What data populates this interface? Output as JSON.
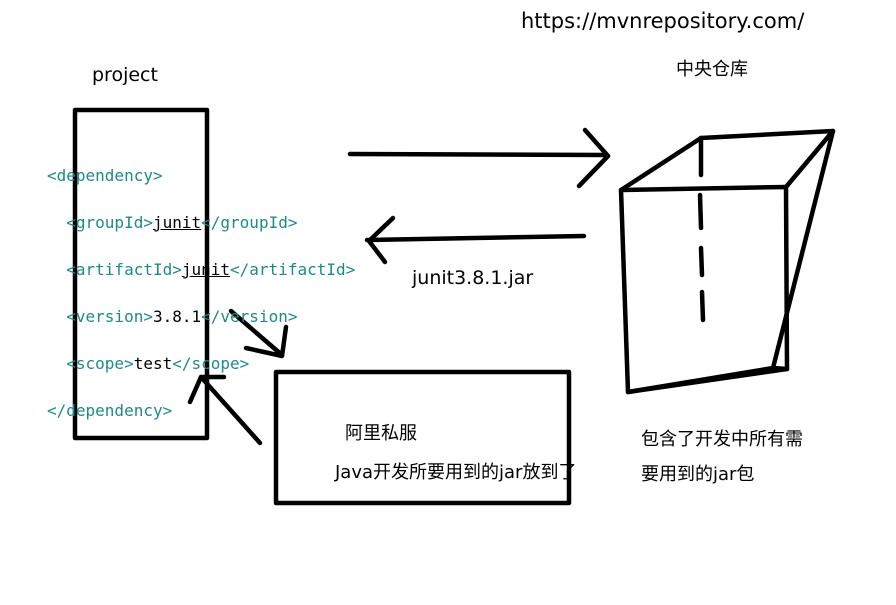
{
  "labels": {
    "url": "https://mvnrepository.com/",
    "central_repo": "中央仓库",
    "project": "project",
    "jar_file": "junit3.8.1.jar",
    "aliyun_mirror": "阿里私服",
    "aliyun_desc": "Java开发所要用到的jar放到了",
    "central_desc_line1": "包含了开发中所有需",
    "central_desc_line2": "要用到的jar包"
  },
  "dependency": {
    "open": "<dependency>",
    "groupId_open": "<groupId>",
    "groupId_value": "junit",
    "groupId_close": "</groupId>",
    "artifactId_open": "<artifactId>",
    "artifactId_value": "junit",
    "artifactId_close": "</artifactId>",
    "version_open": "<version>",
    "version_value": "3.8.1",
    "version_close": "</version>",
    "scope_open": "<scope>",
    "scope_value": "test",
    "scope_close": "</scope>",
    "close": "</dependency>"
  }
}
